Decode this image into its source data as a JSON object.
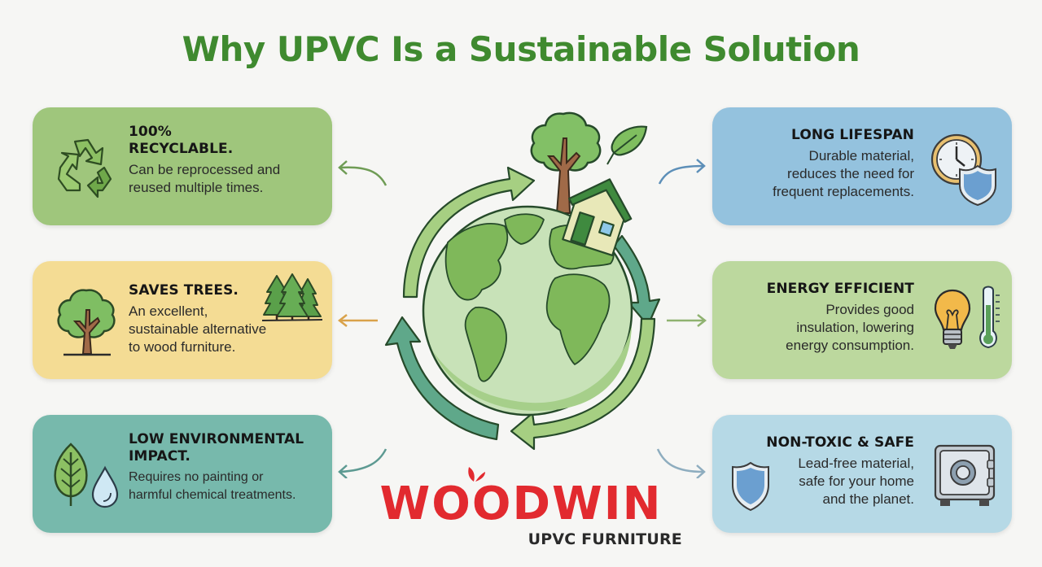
{
  "title": "Why UPVC Is a Sustainable Solution",
  "colors": {
    "title_green": "#3f8a2f",
    "brand_red": "#e22a2f",
    "card_recyclable": "#9fc67c",
    "card_saves_trees": "#f4dc94",
    "card_low_impact": "#77b9ac",
    "card_long_lifespan": "#94c2de",
    "card_energy": "#bcd89e",
    "card_non_toxic": "#b6d9e6"
  },
  "left_cards": [
    {
      "heading_line1": "100%",
      "heading_line2": "RECYCLABLE.",
      "desc_line1": "Can be reprocessed and",
      "desc_line2": "reused multiple times.",
      "icon": "recycle-icon"
    },
    {
      "heading_line1": "SAVES TREES.",
      "desc_line1": "An excellent,",
      "desc_line2": "sustainable alternative",
      "desc_line3": "to wood furniture.",
      "icon": "tree-icon",
      "secondary_icon": "pine-trees-icon"
    },
    {
      "heading_line1": "LOW ENVIRONMENTAL",
      "heading_line2": "IMPACT.",
      "desc_line1": "Requires no painting or",
      "desc_line2": "harmful chemical treatments.",
      "icon": "leaf-icon",
      "secondary_icon": "water-drop-icon"
    }
  ],
  "right_cards": [
    {
      "heading_line1": "LONG LIFESPAN",
      "desc_line1": "Durable material,",
      "desc_line2": "reduces the need for",
      "desc_line3": "frequent replacements.",
      "icon": "clock-shield-icon"
    },
    {
      "heading_line1": "ENERGY EFFICIENT",
      "desc_line1": "Provides good",
      "desc_line2": "insulation, lowering",
      "desc_line3": "energy consumption.",
      "icon": "light-bulb-icon",
      "secondary_icon": "thermometer-icon"
    },
    {
      "heading_line1": "NON-TOXIC & SAFE",
      "desc_line1": "Lead-free material,",
      "desc_line2": "safe for your home",
      "desc_line3": "and the planet.",
      "icon": "safe-icon",
      "secondary_icon": "shield-icon"
    }
  ],
  "center": {
    "illustration": "globe-with-recycling-arrows",
    "elements": [
      "tree-icon",
      "leaf-icon",
      "house-icon",
      "globe-icon",
      "cycle-arrows"
    ]
  },
  "logo": {
    "brand": "WOODWIN",
    "tagline": "UPVC FURNITURE"
  }
}
